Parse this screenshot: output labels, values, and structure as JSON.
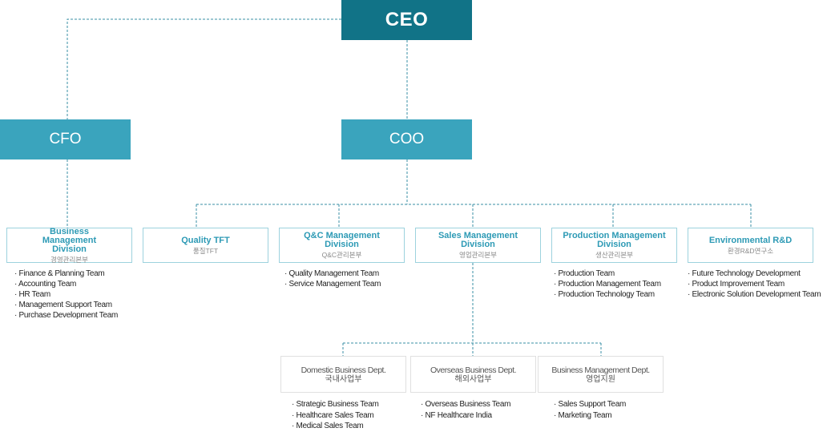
{
  "ceo": "CEO",
  "cfo": "CFO",
  "coo": "COO",
  "divisions": [
    {
      "en": "Business Management Division",
      "ko": "경영관리본부",
      "teams": [
        "Finance & Planning Team",
        "Accounting Team",
        "HR Team",
        "Management Support Team",
        "Purchase Development Team"
      ]
    },
    {
      "en": "Quality TFT",
      "ko": "품질TFT",
      "teams": []
    },
    {
      "en": "Q&C Management Division",
      "ko": "Q&C관리본부",
      "teams": [
        "Quality Management Team",
        "Service Management Team"
      ]
    },
    {
      "en": "Sales Management Division",
      "ko": "영업관리본부",
      "teams": []
    },
    {
      "en": "Production Management Division",
      "ko": "생산관리본부",
      "teams": [
        "Production Team",
        "Production Management Team",
        "Production Technology Team"
      ]
    },
    {
      "en": "Environmental R&D",
      "ko": "환경R&D연구소",
      "teams": [
        "Future Technology Development",
        "Product Improvement Team",
        "Electronic Solution Development Team"
      ]
    }
  ],
  "departments": [
    {
      "en": "Domestic Business Dept.",
      "ko": "국내사업부",
      "teams": [
        "Strategic Business Team",
        "Healthcare Sales Team",
        "Medical Sales Team"
      ]
    },
    {
      "en": "Overseas Business Dept.",
      "ko": "해외사업부",
      "teams": [
        "Overseas Business Team",
        "NF Healthcare India"
      ]
    },
    {
      "en": "Business Management Dept.",
      "ko": "영업지원",
      "teams": [
        "Sales Support Team",
        "Marketing Team"
      ]
    }
  ],
  "colors": {
    "ceo": "#117387",
    "level2": "#3aa4bd",
    "division_text": "#2d9ab5",
    "connector": "#3a8fa6"
  }
}
